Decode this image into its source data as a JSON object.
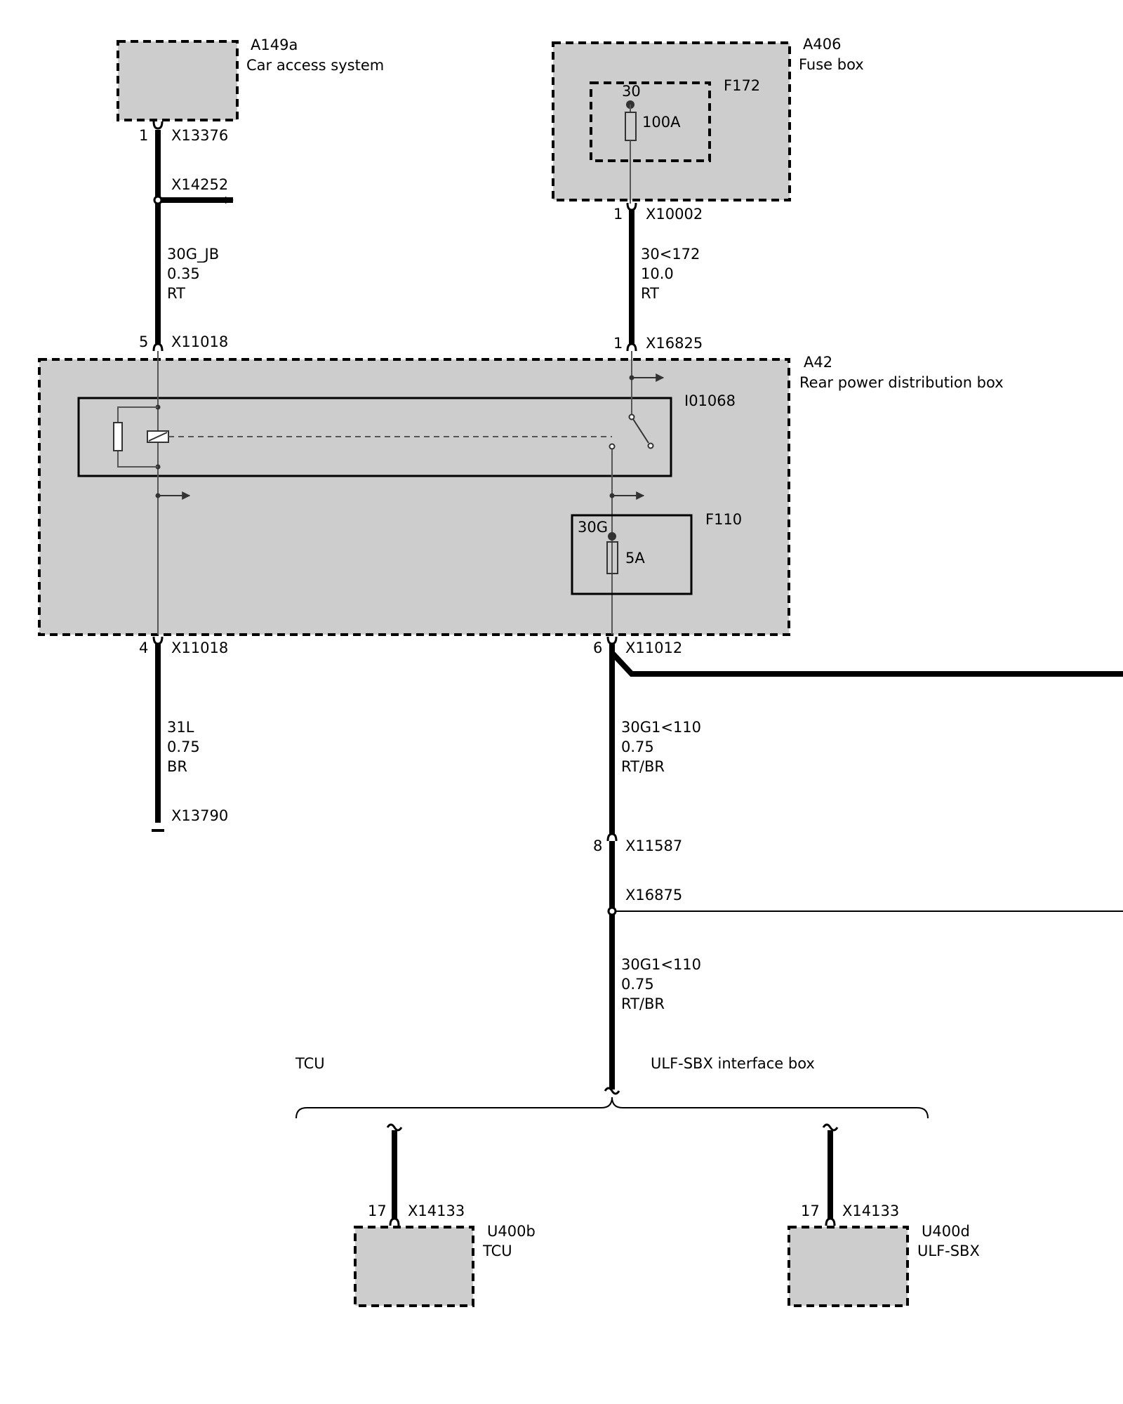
{
  "colors": {
    "component_fill": "#cdcdcd",
    "wire": "#000000",
    "thin_wire": "#555555"
  },
  "components": {
    "a149a": {
      "id": "A149a",
      "name": "Car access system"
    },
    "a406": {
      "id": "A406",
      "name": "Fuse box"
    },
    "f172": {
      "id": "F172",
      "terminal": "30",
      "rating": "100A"
    },
    "a42": {
      "id": "A42",
      "name": "Rear power distribution box"
    },
    "i01068": {
      "id": "I01068"
    },
    "f110": {
      "id": "F110",
      "terminal": "30G",
      "rating": "5A"
    },
    "u400b": {
      "id": "U400b",
      "name": "TCU"
    },
    "u400d": {
      "id": "U400d",
      "name": "ULF-SBX"
    }
  },
  "connectors": {
    "x13376": {
      "pin": "1",
      "name": "X13376"
    },
    "x14252": {
      "name": "X14252"
    },
    "x10002": {
      "pin": "1",
      "name": "X10002"
    },
    "x11018_top": {
      "pin": "5",
      "name": "X11018"
    },
    "x16825": {
      "pin": "1",
      "name": "X16825"
    },
    "x11018_bottom": {
      "pin": "4",
      "name": "X11018"
    },
    "x11012": {
      "pin": "6",
      "name": "X11012"
    },
    "x13790": {
      "name": "X13790"
    },
    "x11587": {
      "pin": "8",
      "name": "X11587"
    },
    "x16875": {
      "name": "X16875"
    },
    "x14133_tcu": {
      "pin": "17",
      "name": "X14133"
    },
    "x14133_ulf": {
      "pin": "17",
      "name": "X14133"
    }
  },
  "wires": {
    "w_30g_jb": {
      "signal": "30G_JB",
      "gauge": "0.35",
      "color": "RT"
    },
    "w_30_172": {
      "signal": "30<172",
      "gauge": "10.0",
      "color": "RT"
    },
    "w_31l": {
      "signal": "31L",
      "gauge": "0.75",
      "color": "BR"
    },
    "w_30g1_upper": {
      "signal": "30G1<110",
      "gauge": "0.75",
      "color": "RT/BR"
    },
    "w_30g1_lower": {
      "signal": "30G1<110",
      "gauge": "0.75",
      "color": "RT/BR"
    }
  },
  "variants": {
    "tcu": "TCU",
    "ulf": "ULF-SBX interface box"
  }
}
